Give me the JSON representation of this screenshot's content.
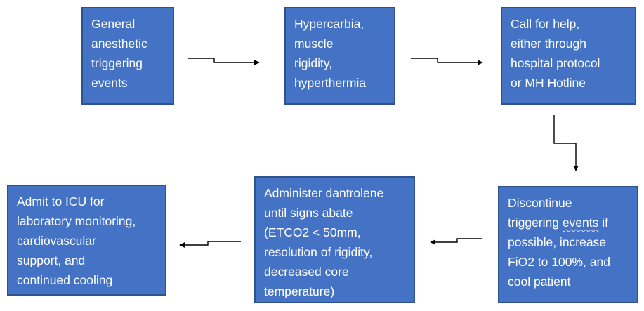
{
  "flowchart": {
    "steps": [
      {
        "text": "General\nanesthetic\ntriggering\nevents"
      },
      {
        "text": "Hypercarbia,\nmuscle\nrigidity,\nhyperthermia"
      },
      {
        "text": "Call for help,\neither through\nhospital protocol\nor MH Hotline"
      },
      {
        "text_before": "Discontinue\ntriggering ",
        "text_underlined": "events",
        "text_after": " if\npossible, increase\nFiO2 to 100%, and\ncool patient"
      },
      {
        "text": "Administer dantrolene\nuntil signs abate\n(ETCO2 < 50mm,\nresolution of rigidity,\ndecreased core\ntemperature)"
      },
      {
        "text": "Admit to ICU for\nlaboratory monitoring,\ncardiovascular\nsupport, and\ncontinued cooling"
      }
    ]
  },
  "colors": {
    "box_fill": "#4472c4",
    "box_border": "#2f528f",
    "box_text": "#ffffff",
    "arrow": "#000000"
  }
}
